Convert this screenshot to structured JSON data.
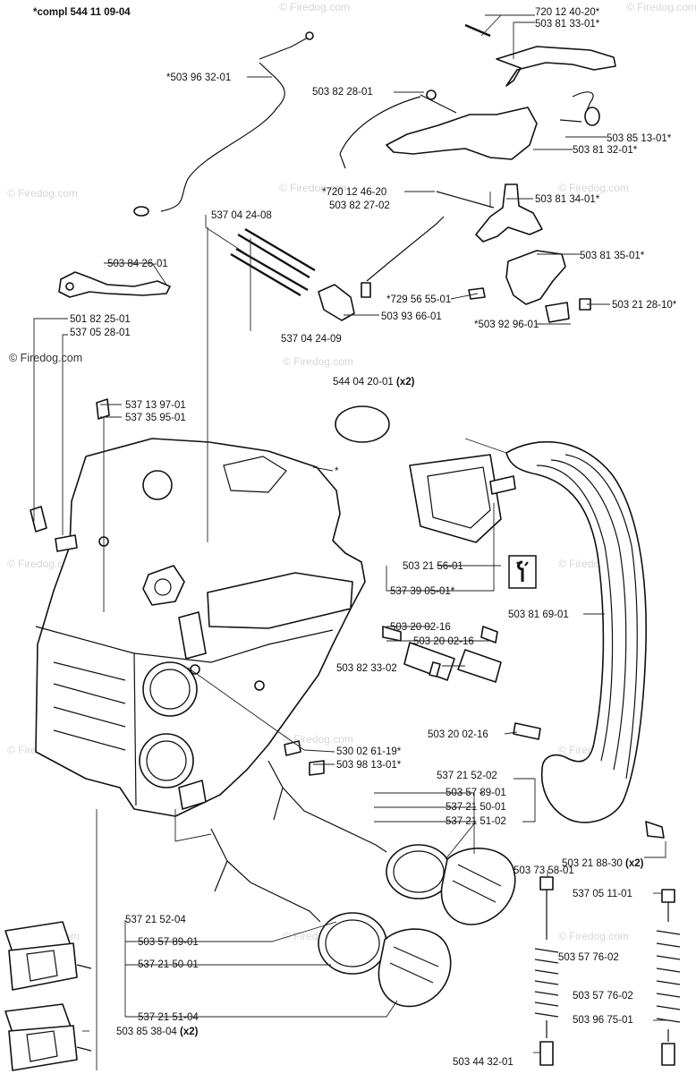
{
  "header": {
    "assembly_label": "*compl 544 11 09-04"
  },
  "labels": {
    "l01": "720 12 40-20*",
    "l02": "503 81 33-01*",
    "l03": "*503 96 32-01",
    "l04": "503 82 28-01",
    "l05": "503 85 13-01*",
    "l06": "503 81 32-01*",
    "l07": "*720 12 46-20",
    "l08": "503 82 27-02",
    "l09": "503 81 34-01*",
    "l10": "537 04 24-08",
    "l11": "503 81 35-01*",
    "l12": "503 84 26-01",
    "l13": "*729 56 55-01",
    "l14": "503 21 28-10*",
    "l15": "503 93 66-01",
    "l16": "*503 92 96-01",
    "l17": "501 82 25-01",
    "l18": "537 05 28-01",
    "l19": "537 04 24-09",
    "l20": "544 04 20-01 (x2)",
    "l21": "537 13 97-01",
    "l22": "537 35 95-01",
    "l23": "*",
    "l24": "503 21 56-01",
    "l25": "537 39 05-01*",
    "l26": "503 81 69-01",
    "l27": "503 20 02-16",
    "l28": "503 20 02-16",
    "l29": "503 82 33-02",
    "l30": "503 20 02-16",
    "l31": "530 02 61-19*",
    "l32": "503 98 13-01*",
    "l33": "537 21 52-02",
    "l34": "503 57 89-01",
    "l35": "537 21 50-01",
    "l36": "537 21 51-02",
    "l37": "503 21 88-30 (x2)",
    "l38": "503 73 58-01",
    "l39": "537 05 11-01",
    "l40": "537 21 52-04",
    "l41": "503 57 89-01",
    "l42": "537 21 50-01",
    "l43": "503 57 76-02",
    "l44": "503 57 76-02",
    "l45": "537 21 51-04",
    "l46": "503 85 38-04 (x2)",
    "l47": "503 44 32-01",
    "l48": "503 96 75-01"
  },
  "watermark": {
    "text": "© Firedog.com"
  },
  "icons": {
    "tool_box": "wrench-icon"
  }
}
